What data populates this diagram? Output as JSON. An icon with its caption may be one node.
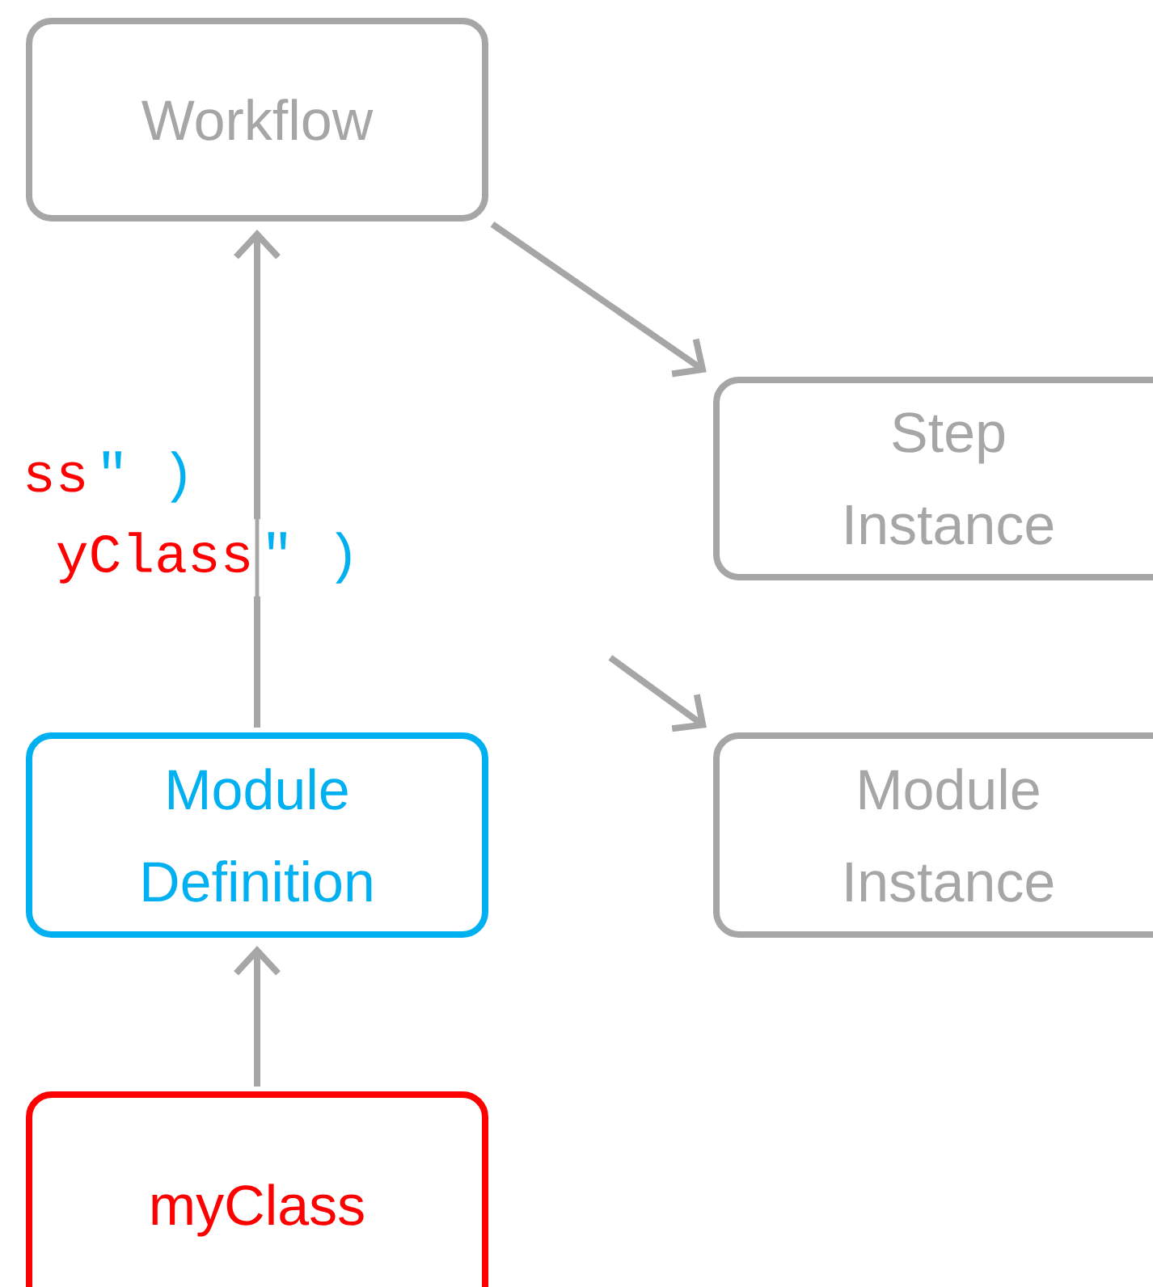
{
  "diagram": {
    "nodes": [
      {
        "text": [
          "Workflow"
        ]
      },
      {
        "text": [
          "Step Instance"
        ]
      },
      {
        "text": [
          "Module Definition"
        ]
      },
      {
        "text": [
          "Module Instance"
        ]
      },
      {
        "text": [
          "myClass"
        ]
      }
    ],
    "edges": [
      {
        "from": 2,
        "to": 0,
        "arrow": "to"
      },
      {
        "from": 0,
        "to": 1,
        "arrow": "to"
      },
      {
        "from": null,
        "to": 3,
        "arrow": "to"
      },
      {
        "from": 4,
        "to": 2,
        "arrow": "to"
      }
    ],
    "labels": [
      "ss",
      "\" )",
      "yClass",
      "\" )"
    ]
  }
}
